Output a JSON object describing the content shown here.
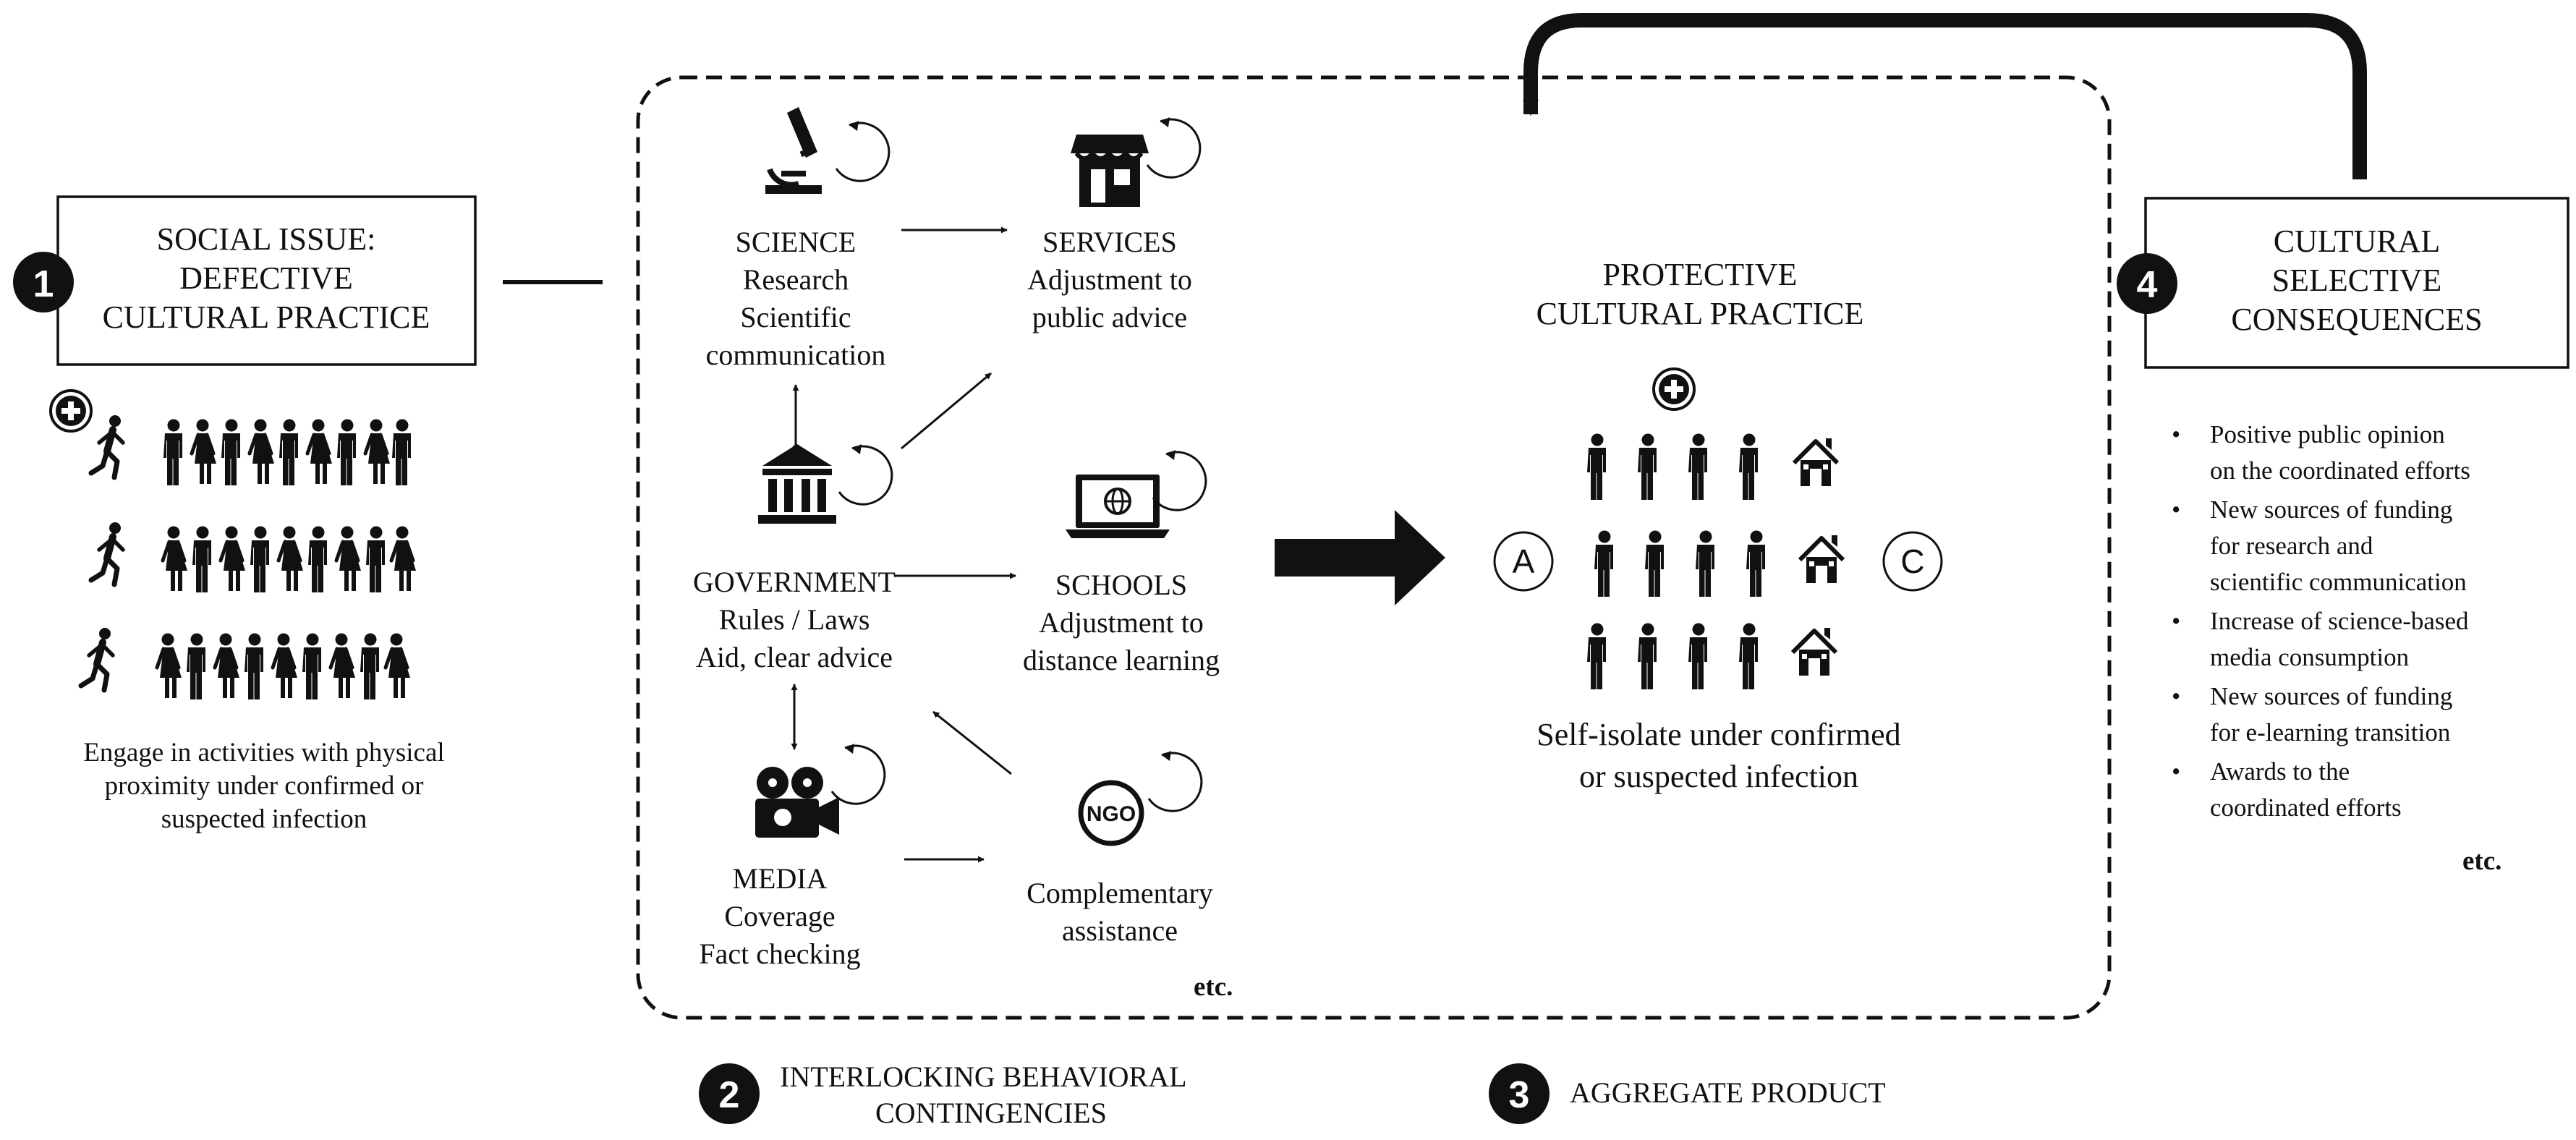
{
  "steps": {
    "one": {
      "number": "1",
      "title_lines": [
        "SOCIAL ISSUE:",
        "DEFECTIVE",
        "CULTURAL PRACTICE"
      ],
      "description_lines": [
        "Engage in activities with physical",
        "proximity under confirmed or",
        "suspected infection"
      ]
    },
    "two": {
      "number": "2",
      "label_lines": [
        "INTERLOCKING BEHAVIORAL",
        "CONTINGENCIES"
      ]
    },
    "three": {
      "number": "3",
      "label": "AGGREGATE PRODUCT"
    },
    "four": {
      "number": "4",
      "title_lines": [
        "CULTURAL",
        "SELECTIVE",
        "CONSEQUENCES"
      ]
    }
  },
  "actors": {
    "science": {
      "lines": [
        "SCIENCE",
        "Research",
        "Scientific",
        "communication"
      ],
      "icon": "microscope-icon"
    },
    "government": {
      "lines": [
        "GOVERNMENT",
        "Rules / Laws",
        "Aid, clear advice"
      ],
      "icon": "government-building-icon"
    },
    "media": {
      "lines": [
        "MEDIA",
        "Coverage",
        "Fact checking"
      ],
      "icon": "film-camera-icon"
    },
    "services": {
      "lines": [
        "SERVICES",
        "Adjustment to",
        "public advice"
      ],
      "icon": "storefront-icon"
    },
    "schools": {
      "lines": [
        "SCHOOLS",
        "Adjustment to",
        "distance learning"
      ],
      "icon": "laptop-globe-icon"
    },
    "ngo": {
      "lines": [
        "Complementary",
        "assistance"
      ],
      "icon": "ngo-badge-icon",
      "badge_text": "NGO"
    }
  },
  "interlock_etc": "etc.",
  "product": {
    "title_lines": [
      "PROTECTIVE",
      "CULTURAL PRACTICE"
    ],
    "label_a": "A",
    "label_c": "C",
    "description_lines": [
      "Self-isolate under confirmed",
      "or suspected infection"
    ]
  },
  "consequences": {
    "bullet": "•",
    "items": [
      [
        "Positive public opinion",
        "on the coordinated efforts"
      ],
      [
        "New sources of funding",
        "for research and",
        "scientific communication"
      ],
      [
        "Increase of science-based",
        "media consumption"
      ],
      [
        "New sources of funding",
        "for e-learning transition"
      ],
      [
        "Awards to the",
        "coordinated efforts"
      ]
    ],
    "etc": "etc."
  },
  "colors": {
    "ink": "#111111",
    "background": "#ffffff"
  }
}
